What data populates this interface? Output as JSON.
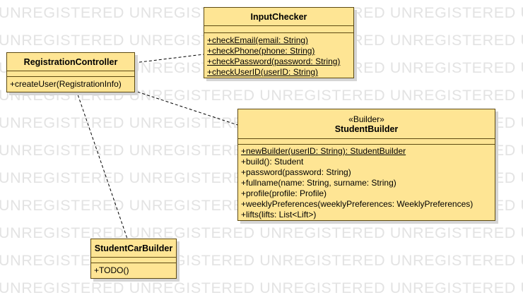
{
  "watermark": {
    "text": "UNREGISTERED UNREGISTERED UNREGISTERED UNREGISTERED UNREGISTERED UNREGISTERED"
  },
  "colors": {
    "class_fill": "#fee594",
    "class_border": "#5d4a12",
    "shadow": "#d5d5d5",
    "watermark": "#e3e3e3",
    "connector": "#000000"
  },
  "classes": {
    "input_checker": {
      "name": "InputChecker",
      "operations": [
        "+checkEmail(email: String)",
        "+checkPhone(phone: String)",
        "+checkPassword(password: String)",
        "+checkUserID(userID: String)"
      ]
    },
    "registration_controller": {
      "name": "RegistrationController",
      "operations": [
        "+createUser(RegistrationInfo)"
      ]
    },
    "student_builder": {
      "stereotype": "«Builder»",
      "name": "StudentBuilder",
      "operations": [
        "+newBuilder(userID: String): StudentBuilder",
        "+build(): Student",
        "+password(password: String)",
        "+fullname(name: String, surname: String)",
        "+profile(profile: Profile)",
        "+weeklyPreferences(weeklyPreferences: WeeklyPreferences)",
        "+lifts(lifts: List<Lift>)"
      ]
    },
    "student_car_builder": {
      "name": "StudentCarBuilder",
      "operations": [
        "+TODO()"
      ]
    }
  }
}
